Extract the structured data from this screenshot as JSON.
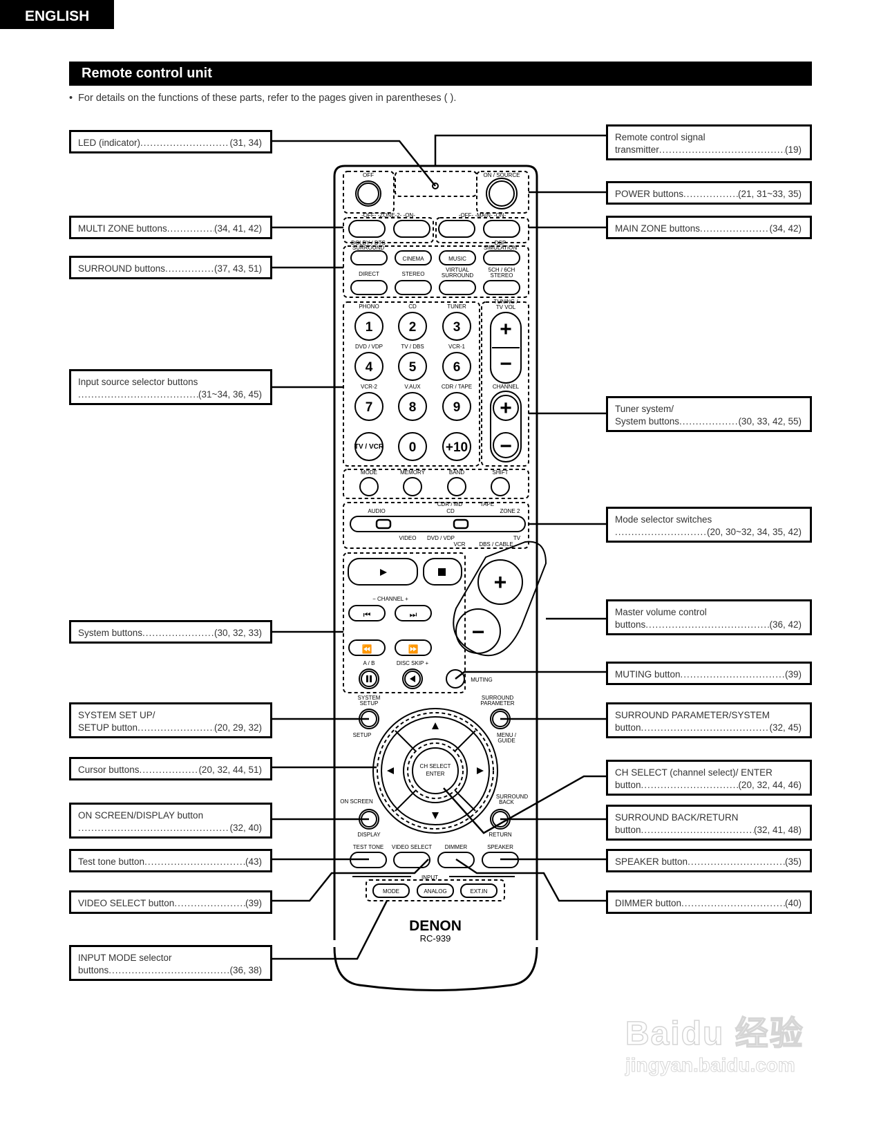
{
  "page": {
    "language_tab": "ENGLISH",
    "section_title": "Remote control unit",
    "intro_bullet": "•",
    "intro_text": "For details on the functions of these parts, refer to the pages given in parentheses (    )."
  },
  "callouts_left": [
    {
      "id": "led",
      "name": "LED (indicator)",
      "pages": "(31, 34)"
    },
    {
      "id": "multi-zone",
      "name": "MULTI ZONE buttons",
      "pages": "(34, 41, 42)"
    },
    {
      "id": "surround",
      "name": "SURROUND buttons",
      "pages": "(37, 43, 51)"
    },
    {
      "id": "input-source",
      "line1": "Input source selector buttons",
      "name": "",
      "pages": "(31~34, 36, 45)"
    },
    {
      "id": "system",
      "name": "System buttons",
      "pages": "(30, 32, 33)"
    },
    {
      "id": "system-setup",
      "line1": "SYSTEM SET UP/",
      "name": "SETUP button",
      "pages": "(20, 29, 32)"
    },
    {
      "id": "cursor",
      "name": "Cursor buttons",
      "pages": "(20, 32, 44, 51)"
    },
    {
      "id": "on-screen",
      "line1": "ON SCREEN/DISPLAY button",
      "name": "",
      "pages": "(32, 40)"
    },
    {
      "id": "test-tone",
      "name": "Test tone button",
      "pages": "(43)"
    },
    {
      "id": "video-select",
      "name": "VIDEO SELECT button",
      "pages": "(39)"
    },
    {
      "id": "input-mode",
      "line1": "INPUT MODE selector",
      "name": "buttons",
      "pages": "(36, 38)"
    }
  ],
  "callouts_right": [
    {
      "id": "transmitter",
      "line1": "Remote control signal",
      "name": "transmitter",
      "pages": "(19)"
    },
    {
      "id": "power",
      "name": "POWER buttons",
      "pages": "(21, 31~33, 35)"
    },
    {
      "id": "main-zone",
      "name": "MAIN ZONE buttons",
      "pages": "(34, 42)"
    },
    {
      "id": "tuner-system",
      "line1": "Tuner system/",
      "name": "System buttons",
      "pages": "(30, 33, 42, 55)"
    },
    {
      "id": "mode-selector",
      "line1": "Mode selector switches",
      "name": "",
      "pages": "(20, 30~32, 34, 35, 42)"
    },
    {
      "id": "master-volume",
      "line1": "Master volume control",
      "name": "buttons",
      "pages": "(36, 42)"
    },
    {
      "id": "muting",
      "name": "MUTING button",
      "pages": "(39)"
    },
    {
      "id": "surround-parameter",
      "line1": "SURROUND PARAMETER/SYSTEM",
      "name": "button",
      "pages": "(32, 45)"
    },
    {
      "id": "ch-select",
      "line1": "CH SELECT (channel select)/ ENTER",
      "name": "button",
      "pages": "(20, 32, 44, 46)"
    },
    {
      "id": "surround-back",
      "line1": "SURROUND BACK/RETURN",
      "name": "button",
      "pages": "(32, 41, 48)"
    },
    {
      "id": "speaker",
      "name": "SPEAKER button",
      "pages": "(35)"
    },
    {
      "id": "dimmer",
      "name": "DIMMER button",
      "pages": "(40)"
    }
  ],
  "remote": {
    "brand": "DENON",
    "model": "RC-939",
    "power": {
      "off": "OFF",
      "on": "ON / SOURCE"
    },
    "zone2_label": "-OFF- -ZONE-2- -ON-",
    "main_label": "-OFF- -MAIN- -ON-",
    "surround_top": {
      "left": "DOLBY / DTS",
      "left2": "SURROUND",
      "right": "DSP",
      "right2": "SIMULATION",
      "cinema": "CINEMA",
      "music": "MUSIC"
    },
    "surround_row2": {
      "direct": "DIRECT",
      "stereo": "STEREO",
      "virtual": "VIRTUAL",
      "virtual2": "SURROUND",
      "ch": "5CH / 6CH",
      "ch2": "STEREO"
    },
    "source_labels": [
      "PHONO",
      "CD",
      "TUNER",
      "DVD / VDP",
      "TV / DBS",
      "VCR-1",
      "VCR-2",
      "V.AUX",
      "CDR / TAPE"
    ],
    "digits": [
      "1",
      "2",
      "3",
      "4",
      "5",
      "6",
      "7",
      "8",
      "9"
    ],
    "tv_vcr": "TV / VCR",
    "zero": "0",
    "plus10": "+10",
    "tuning": "TUNING /",
    "tv_vol": "TV VOL",
    "channel": "CHANNEL",
    "row_labels": [
      "MODE",
      "MEMORY",
      "BAND",
      "SHIFT"
    ],
    "mode_switch": {
      "audio": "AUDIO",
      "cdr_md": "CDR / MD",
      "tape": "TAPE",
      "cd": "CD",
      "zone2": "ZONE 2",
      "video": "VIDEO",
      "dvd_vdp": "DVD / VDP",
      "tv": "TV",
      "vcr": "VCR",
      "dbs_cable": "DBS / CABLE"
    },
    "channel_row": "−   CHANNEL   +",
    "ab": "A / B",
    "disc_skip": "DISC SKIP +",
    "muting": "MUTING",
    "system_setup": "SYSTEM",
    "system_setup2": "SETUP",
    "setup": "SETUP",
    "surround_param": "SURROUND",
    "surround_param2": "PARAMETER",
    "menu": "MENU /",
    "guide": "GUIDE",
    "ch_select": "CH SELECT",
    "enter": "ENTER",
    "on_screen": "ON SCREEN",
    "display": "DISPLAY",
    "surround_back": "SURROUND",
    "surround_back2": "BACK",
    "return": "RETURN",
    "bottom_labels": [
      "TEST TONE",
      "VIDEO SELECT",
      "DIMMER",
      "SPEAKER"
    ],
    "input": "INPUT",
    "input_buttons": [
      "MODE",
      "ANALOG",
      "EXT.IN"
    ]
  },
  "watermark": {
    "brand": "Baidu",
    "cn": "经验",
    "url": "jingyan.baidu.com"
  },
  "colors": {
    "ink": "#000000",
    "text": "#333333",
    "paper": "#ffffff"
  }
}
